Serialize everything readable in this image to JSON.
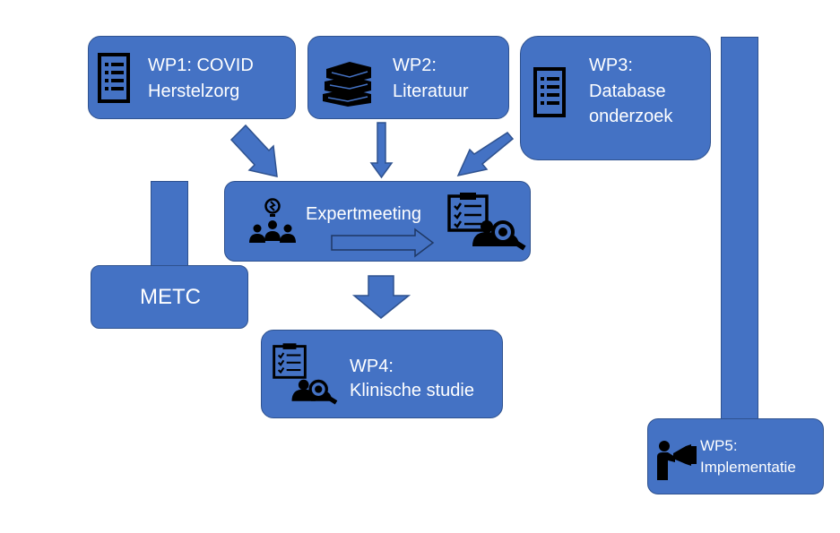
{
  "boxes": {
    "wp1": {
      "line1": "WP1: COVID",
      "line2": "Herstelzorg",
      "icon": "list-icon"
    },
    "wp2": {
      "line1": "WP2:",
      "line2": "Literatuur",
      "icon": "books-icon"
    },
    "wp3": {
      "line1": "WP3:",
      "line2": "Database",
      "line3": "onderzoek",
      "icon": "list-icon"
    },
    "expert": {
      "label": "Expertmeeting",
      "icon_left": "team-idea-icon",
      "icon_right": "clipboard-review-icon"
    },
    "metc": {
      "label": "METC"
    },
    "wp4": {
      "line1": "WP4:",
      "line2": "Klinische studie",
      "icon": "clipboard-review-icon"
    },
    "wp5": {
      "line1": "WP5:",
      "line2": "Implementatie",
      "icon": "megaphone-person-icon"
    }
  },
  "colors": {
    "fill": "#4472c4",
    "stroke": "#2f528f",
    "text": "#ffffff"
  }
}
